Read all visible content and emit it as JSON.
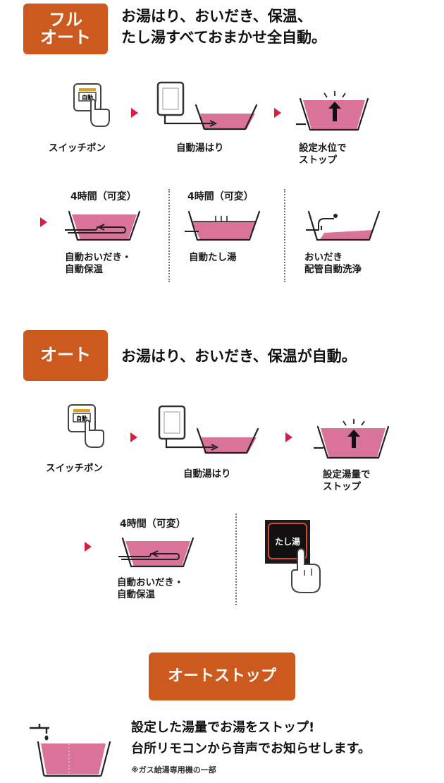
{
  "sections": {
    "fullauto": {
      "badge": [
        "フル",
        "オート"
      ],
      "headline": [
        "お湯はり、おいだき、保温、",
        "たし湯すべておまかせ全自動。"
      ],
      "row1": [
        "スイッチポン",
        "自動湯はり",
        [
          "設定水位で",
          "ストップ"
        ]
      ],
      "time_labels": [
        "4時間（可変）",
        "4時間（可変）"
      ],
      "row2": [
        [
          "自動おいだき・",
          "自動保温"
        ],
        "自動たし湯",
        [
          "おいだき",
          "配管自動洗浄"
        ]
      ],
      "switch_text": "自動"
    },
    "auto": {
      "badge": "オート",
      "headline": "お湯はり、おいだき、保温が自動。",
      "row1": [
        "スイッチポン",
        "自動湯はり",
        [
          "設定湯量で",
          "ストップ"
        ]
      ],
      "time_label": "4時間（可変）",
      "row2": [
        [
          "自動おいだき・",
          "自動保温"
        ]
      ],
      "switch_text": "自動",
      "tashiyu_button": "たし湯"
    },
    "autostop": {
      "badge": "オートストップ",
      "lines": [
        "設定した湯量でお湯をストップ!",
        "台所リモコンから音声でお知らせします。"
      ],
      "note": "※ガス給湯専用機の一部"
    }
  },
  "colors": {
    "badge": "#cc5a1e",
    "arrow": "#d81e3a",
    "water": "#d9739a",
    "outline": "#222222"
  }
}
